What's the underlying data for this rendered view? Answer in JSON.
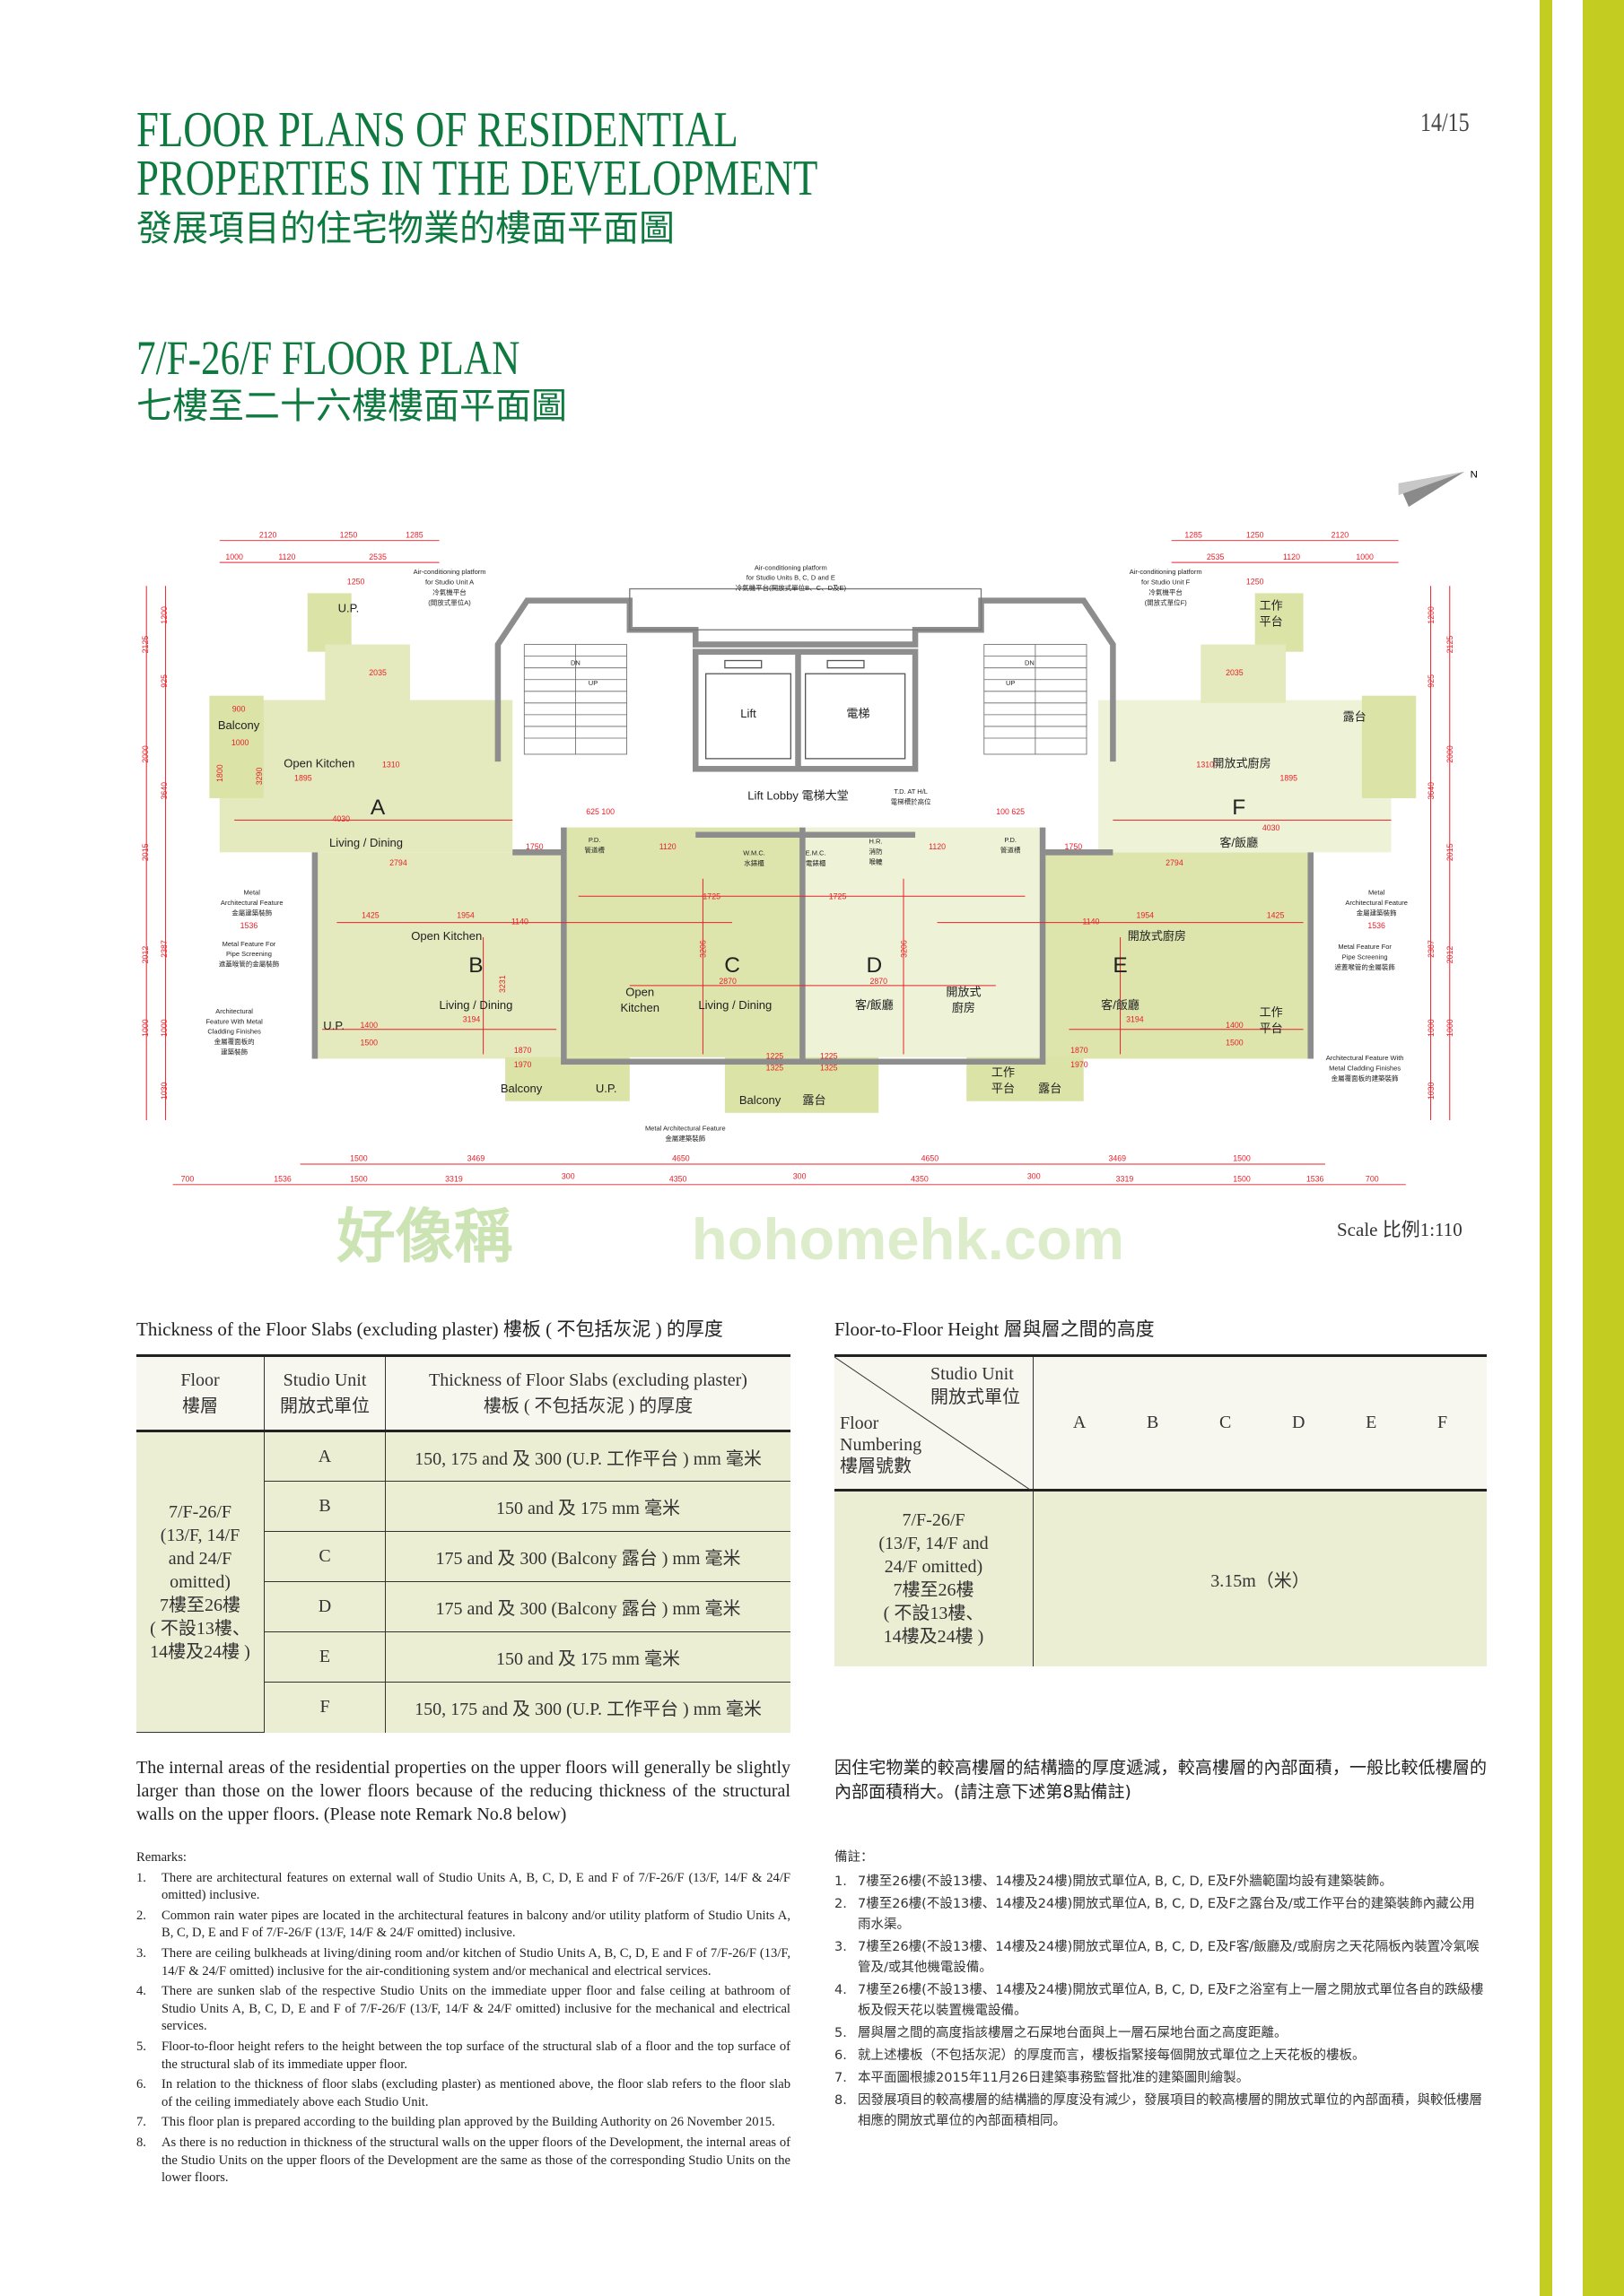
{
  "header": {
    "title_line1": "FLOOR PLANS OF RESIDENTIAL",
    "title_line2": "PROPERTIES IN THE DEVELOPMENT",
    "title_cn": "發展項目的住宅物業的樓面平面圖",
    "page_number": "14/15",
    "subtitle": "7/F-26/F FLOOR PLAN",
    "subtitle_cn": "七樓至二十六樓樓面平面圖"
  },
  "colors": {
    "brand_green": "#0f7a3f",
    "stripe_lime": "#c3cd21",
    "unit_fill": "#e4eabd",
    "dim_red": "#e8202a"
  },
  "plan": {
    "north_label": "N",
    "scale": "Scale 比例1:110",
    "labels": {
      "ac_platform_a": [
        "Air-conditioning platform",
        "for Studio Unit A",
        "冷氣機平台",
        "(開放式單位A)"
      ],
      "ac_platform_bcde": [
        "Air-conditioning platform",
        "for Studio Units B, C, D and E",
        "冷氣機平台(開放式單位B、C、D及E)"
      ],
      "ac_platform_f": [
        "Air-conditioning platform",
        "for Studio Unit F",
        "冷氣機平台",
        "(開放式單位F)"
      ],
      "up": "U.P.",
      "utility_cn": [
        "工作",
        "平台"
      ],
      "dn": "DN",
      "stair_up": "UP",
      "lift": "Lift",
      "lift_cn": "電梯",
      "balcony": "Balcony",
      "balcony_cn": "露台",
      "open_kitchen": "Open Kitchen",
      "open_kitchen_cn": "開放式廚房",
      "open_kitchen_split": [
        "Open",
        "Kitchen"
      ],
      "open_kitchen_cn_split": [
        "開放式",
        "廚房"
      ],
      "living_dining": "Living / Dining",
      "living_dining_cn": "客/飯廳",
      "lift_lobby": "Lift Lobby 電梯大堂",
      "td": [
        "T.D. AT H/L",
        "電梯槽於高位"
      ],
      "pd": [
        "P.D.",
        "管道槽"
      ],
      "wmc": [
        "W.M.C.",
        "水錶櫃"
      ],
      "emc": [
        "E.M.C.",
        "電錶櫃"
      ],
      "hr": [
        "H.R.",
        "消防",
        "喉轆"
      ],
      "metal_feature": [
        "Metal",
        "Architectural Feature",
        "金屬建築裝飾"
      ],
      "pipe_screening": [
        "Metal Feature For",
        "Pipe Screening",
        "遮蓋喉管的金屬裝飾"
      ],
      "cladding_left": [
        "Architectural",
        "Feature With Metal",
        "Cladding Finishes",
        "金屬覆面板的",
        "建築裝飾"
      ],
      "cladding_right": [
        "Architectural Feature With",
        "Metal Cladding Finishes",
        "金屬覆面板的建築裝飾"
      ],
      "metal_feature_bottom": [
        "Metal Architectural Feature",
        "金屬建築裝飾"
      ]
    },
    "units": [
      "A",
      "B",
      "C",
      "D",
      "E",
      "F"
    ],
    "dims": {
      "top_row1_left": [
        "2120",
        "1250",
        "1285"
      ],
      "top_row2_left": [
        "1000",
        "1120",
        "2535"
      ],
      "top_row1_right": [
        "1285",
        "1250",
        "2120"
      ],
      "top_row2_right": [
        "2535",
        "1120",
        "1000"
      ],
      "bottom_row1": [
        "1500",
        "3469",
        "4650",
        "4650",
        "3469",
        "1500"
      ],
      "bottom_row2": [
        "700",
        "1536",
        "1500",
        "3319",
        "300",
        "4350",
        "300",
        "4350",
        "300",
        "3319",
        "1500",
        "1536",
        "700"
      ],
      "side_outer": [
        "2125",
        "2000",
        "2015",
        "2012",
        "1000"
      ],
      "side_inner": [
        "1200",
        "925",
        "3640",
        "2387",
        "1000",
        "1030"
      ],
      "interior": [
        "1250",
        "2035",
        "1895",
        "1310",
        "4030",
        "2794",
        "3290",
        "1000",
        "900",
        "1800",
        "1250",
        "2035",
        "1895",
        "1310",
        "4030",
        "2794",
        "1954",
        "1140",
        "1425",
        "1536",
        "3194",
        "3231",
        "1870",
        "1970",
        "1400",
        "1500",
        "1725",
        "2870",
        "3206",
        "1225",
        "1325",
        "1725",
        "2870",
        "3206",
        "1225",
        "1325",
        "1954",
        "1140",
        "1425",
        "1536",
        "3194",
        "1870",
        "1970",
        "1400",
        "1500",
        "1750",
        "1120",
        "1750",
        "1120",
        "625 100",
        "100 625"
      ]
    },
    "watermark": [
      "好像稱",
      "hohomehk.com"
    ]
  },
  "slab_table": {
    "caption": "Thickness of the Floor Slabs (excluding plaster) 樓板 ( 不包括灰泥 ) 的厚度",
    "headers": [
      [
        "Floor",
        "樓層"
      ],
      [
        "Studio Unit",
        "開放式單位"
      ],
      [
        "Thickness of Floor Slabs (excluding plaster)",
        "樓板 ( 不包括灰泥 ) 的厚度"
      ]
    ],
    "floor": [
      "7/F-26/F",
      "(13/F, 14/F",
      "and 24/F",
      "omitted)",
      "7樓至26樓",
      "( 不設13樓、",
      "14樓及24樓 )"
    ],
    "rows": [
      {
        "unit": "A",
        "thickness": "150, 175 and 及 300 (U.P. 工作平台 ) mm 毫米"
      },
      {
        "unit": "B",
        "thickness": "150 and 及 175 mm 毫米"
      },
      {
        "unit": "C",
        "thickness": "175 and 及 300 (Balcony 露台 ) mm 毫米"
      },
      {
        "unit": "D",
        "thickness": "175 and 及 300 (Balcony 露台 ) mm 毫米"
      },
      {
        "unit": "E",
        "thickness": "150 and 及 175 mm 毫米"
      },
      {
        "unit": "F",
        "thickness": "150, 175 and 及 300 (U.P. 工作平台 ) mm 毫米"
      }
    ]
  },
  "height_table": {
    "caption": "Floor-to-Floor Height 層與層之間的高度",
    "corner_top": [
      "Studio Unit",
      "開放式單位"
    ],
    "corner_bottom": [
      "Floor",
      "Numbering",
      "樓層號數"
    ],
    "units": [
      "A",
      "B",
      "C",
      "D",
      "E",
      "F"
    ],
    "floor": [
      "7/F-26/F",
      "(13/F, 14/F and",
      "24/F omitted)",
      "7樓至26樓",
      "( 不設13樓、",
      "14樓及24樓 )"
    ],
    "value": "3.15m（米）"
  },
  "note_en": "The internal areas of the residential properties on the upper floors will generally be slightly larger than those on the lower floors because of the reducing thickness of the structural walls on the upper floors. (Please note Remark No.8 below)",
  "note_cn": "因住宅物業的較高樓層的結構牆的厚度遞減，較高樓層的內部面積，一般比較低樓層的內部面積稍大。(請注意下述第8點備註)",
  "remarks_en": {
    "heading": "Remarks:",
    "items": [
      "There are architectural features on external wall of Studio Units A, B, C, D, E and F of 7/F-26/F (13/F, 14/F & 24/F omitted) inclusive.",
      "Common rain water pipes are located in the architectural features in balcony and/or utility platform of Studio Units A, B, C, D, E and F of 7/F-26/F (13/F, 14/F & 24/F omitted) inclusive.",
      "There are ceiling bulkheads at living/dining room and/or kitchen of Studio Units A, B, C, D, E and F of 7/F-26/F (13/F, 14/F & 24/F omitted) inclusive for the air-conditioning system and/or mechanical and electrical services.",
      "There are sunken slab of the respective Studio Units on the immediate upper floor and false ceiling at bathroom of Studio Units A, B, C, D, E and F of 7/F-26/F (13/F, 14/F & 24/F omitted) inclusive for the mechanical and electrical services.",
      "Floor-to-floor height refers to the height between the top surface of the structural slab of a floor and the top surface of the structural slab of its immediate upper floor.",
      "In relation to the thickness of floor slabs (excluding plaster) as mentioned above, the floor slab refers to the floor slab of the ceiling immediately above each Studio Unit.",
      "This floor plan is prepared according to the building plan approved by the Building Authority on 26 November 2015.",
      "As there is no reduction in thickness of the structural walls on the upper floors of the Development, the internal areas of the Studio Units on the upper floors of the Development are the same as those of the corresponding Studio Units on the lower floors."
    ]
  },
  "remarks_cn": {
    "heading": "備註：",
    "items": [
      "7樓至26樓(不設13樓、14樓及24樓)開放式單位A, B, C, D, E及F外牆範圍均設有建築裝飾。",
      "7樓至26樓(不設13樓、14樓及24樓)開放式單位A, B, C, D, E及F之露台及/或工作平台的建築裝飾內藏公用雨水渠。",
      "7樓至26樓(不設13樓、14樓及24樓)開放式單位A, B, C, D, E及F客/飯廳及/或廚房之天花隔板內裝置冷氣喉管及/或其他機電設備。",
      "7樓至26樓(不設13樓、14樓及24樓)開放式單位A, B, C, D, E及F之浴室有上一層之開放式單位各自的跌級樓板及假天花以裝置機電設備。",
      "層與層之間的高度指該樓層之石屎地台面與上一層石屎地台面之高度距離。",
      "就上述樓板（不包括灰泥）的厚度而言，樓板指緊接每個開放式單位之上天花板的樓板。",
      "本平面圖根據2015年11月26日建築事務監督批准的建築圖則繪製。",
      "因發展項目的較高樓層的結構牆的厚度没有減少，發展項目的較高樓層的開放式單位的內部面積，與較低樓層相應的開放式單位的內部面積相同。"
    ]
  }
}
